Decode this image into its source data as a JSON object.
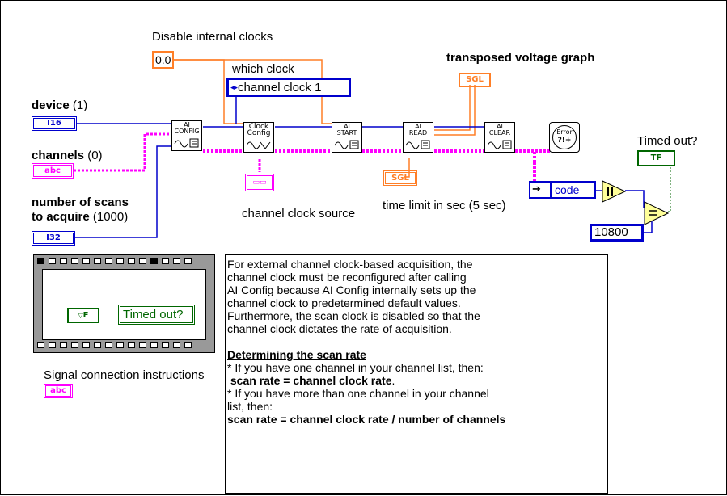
{
  "labels": {
    "disable_internal_clocks": "Disable internal clocks",
    "which_clock": "which clock",
    "transposed_voltage_graph": "transposed voltage graph",
    "device_name": "device",
    "device_default": "(1)",
    "channels_name": "channels",
    "channels_default": "(0)",
    "scans_line1": "number of scans",
    "scans_line2": "to acquire",
    "scans_default": "(1000)",
    "channel_clock_source": "channel clock source",
    "time_limit": "time limit in sec (5 sec)",
    "signal_connection": "Signal connection instructions",
    "timed_out": "Timed out?"
  },
  "constants": {
    "disable_value": "0.0",
    "which_clock_value": "channel clock 1",
    "code": "code",
    "compare_value": "10800"
  },
  "terminal_types": {
    "i16": "I16",
    "abc": "abc",
    "i32": "I32",
    "sgl": "SGL",
    "tf": "TF",
    "f": "F"
  },
  "subvis": {
    "ai_config": {
      "line1": "AI",
      "line2": "CONFIG"
    },
    "clock_config": {
      "line1": "Clock",
      "line2": "Config"
    },
    "ai_start": {
      "line1": "AI",
      "line2": "START"
    },
    "ai_read": {
      "line1": "AI",
      "line2": "READ"
    },
    "ai_clear": {
      "line1": "AI",
      "line2": "CLEAR"
    },
    "error": {
      "line1": "Error",
      "line2": "?!+"
    }
  },
  "note": {
    "para1": [
      "For external channel clock-based acquisition, the",
      "channel clock must be reconfigured after calling",
      "AI Config because AI Config internally sets up the",
      "channel clock to predetermined default values.",
      "Furthermore, the scan clock is disabled so that the",
      "channel clock dictates the rate of acquisition."
    ],
    "heading": "Determining the scan rate",
    "one_channel": "* If you have one channel in your channel list, then:",
    "rule1": "scan rate = channel clock rate",
    "rule1_end": ".",
    "more_channels_1": "* If you have more than one channel in your channel",
    "more_channels_2": "list, then:",
    "rule2": "scan rate = channel clock rate / number of channels"
  },
  "colors": {
    "integer_blue": "#0000cc",
    "string_magenta": "#ff00ff",
    "float_orange": "#ff7f27",
    "boolean_green": "#006600",
    "cluster_pink": "#ff66cc"
  }
}
